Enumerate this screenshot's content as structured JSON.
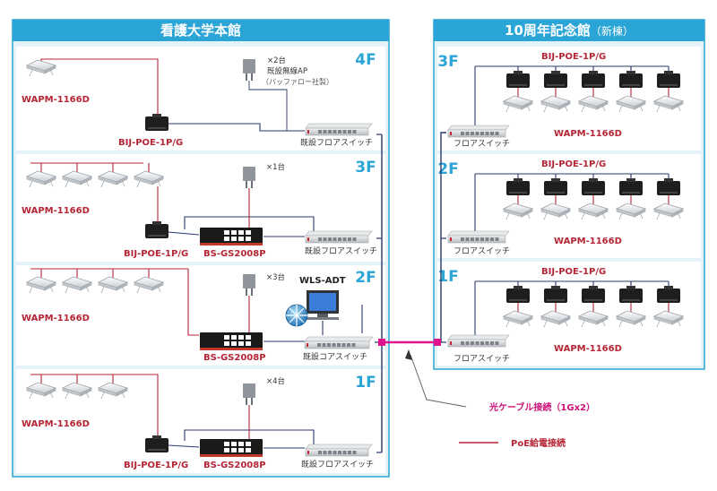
{
  "colors": {
    "panel_bg": "#e4f2fa",
    "panel_border": "#2aa5d6",
    "title_bar": "#2aa5d6",
    "floor_bg": "#ffffff",
    "poe_line": "#b52535",
    "fiber_line": "#e0138c",
    "lan_line": "#283a6e"
  },
  "main_building": {
    "title": "看護大学本館",
    "floors": [
      {
        "label": "4F",
        "ap_count": 1,
        "ap_label": "WAPM-1166D",
        "poe_label": "BIJ-POE-1P/G",
        "hub_label": "",
        "existing_ap_count": "×2台",
        "existing_ap_name": "既設無線AP",
        "existing_ap_vendor": "（バッファロー社製）",
        "switch_label": "既設フロアスイッチ"
      },
      {
        "label": "3F",
        "ap_count": 4,
        "ap_label": "WAPM-1166D",
        "poe_label": "BIJ-POE-1P/G",
        "hub_label": "BS-GS2008P",
        "existing_ap_count": "×1台",
        "switch_label": "既設フロアスイッチ"
      },
      {
        "label": "2F",
        "ap_count": 4,
        "ap_label": "WAPM-1166D",
        "poe_label": "",
        "hub_label": "BS-GS2008P",
        "existing_ap_count": "×3台",
        "controller_label": "WLS-ADT",
        "switch_label": "既設コアスイッチ"
      },
      {
        "label": "1F",
        "ap_count": 3,
        "ap_label": "WAPM-1166D",
        "poe_label": "BIJ-POE-1P/G",
        "hub_label": "BS-GS2008P",
        "existing_ap_count": "×4台",
        "switch_label": "既設フロアスイッチ"
      }
    ]
  },
  "annex_building": {
    "title": "10周年記念館",
    "title_suffix": "（新棟）",
    "floors": [
      {
        "label": "3F",
        "poe_label": "BIJ-POE-1P/G",
        "ap_label": "WAPM-1166D",
        "switch_label": "フロアスイッチ",
        "unit_count": 5
      },
      {
        "label": "2F",
        "poe_label": "BIJ-POE-1P/G",
        "ap_label": "WAPM-1166D",
        "switch_label": "フロアスイッチ",
        "unit_count": 5
      },
      {
        "label": "1F",
        "poe_label": "BIJ-POE-1P/G",
        "ap_label": "WAPM-1166D",
        "switch_label": "フロアスイッチ",
        "unit_count": 5
      }
    ]
  },
  "legend": {
    "fiber": "光ケーブル接続（1Gx2）",
    "poe": "PoE給電接続"
  }
}
